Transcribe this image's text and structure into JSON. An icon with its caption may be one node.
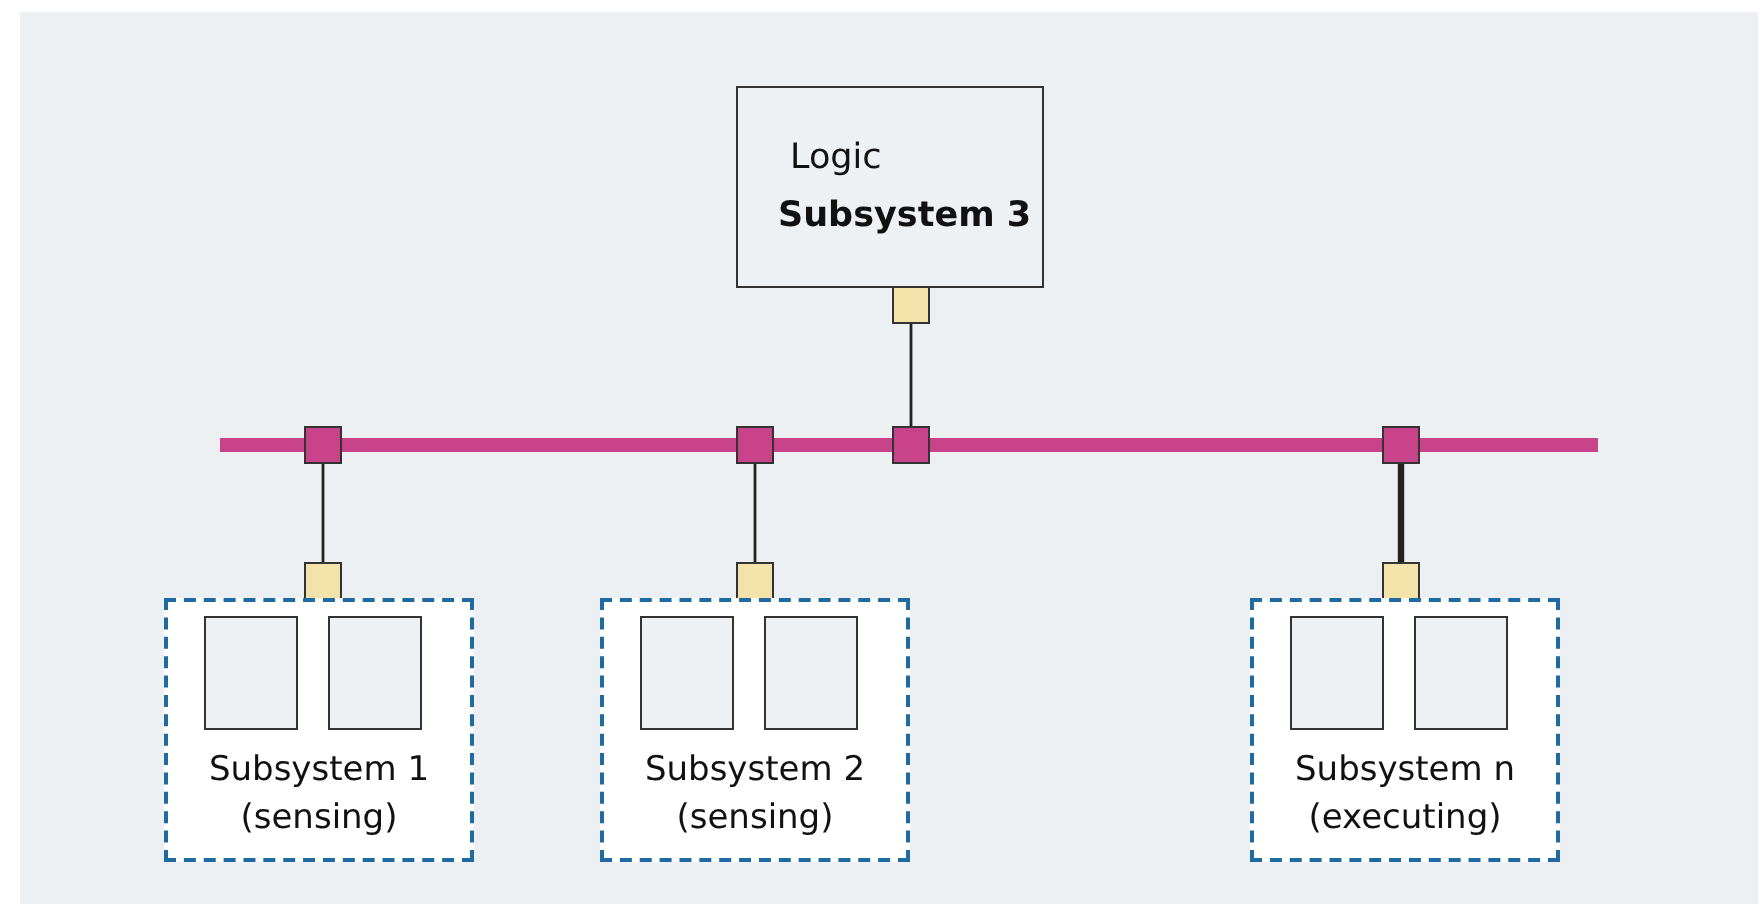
{
  "diagram": {
    "nodes": [
      {
        "text": [
          "Logic",
          "Subsystem 3"
        ]
      },
      {
        "text": [],
        "shape": "box"
      },
      {
        "text": [],
        "shape": "bar"
      },
      {
        "text": [],
        "shape": "box"
      },
      {
        "text": [],
        "shape": "box"
      },
      {
        "text": [],
        "shape": "box"
      },
      {
        "text": [],
        "shape": "box"
      },
      {
        "text": [],
        "shape": "box"
      },
      {
        "text": [],
        "shape": "box"
      },
      {
        "text": [],
        "shape": "box"
      },
      {
        "text": [
          "Subsystem 1 (sensing)"
        ]
      },
      {
        "text": [],
        "shape": "box",
        "in": 10
      },
      {
        "text": [],
        "shape": "box",
        "in": 10
      },
      {
        "text": [
          "Subsystem 2 (sensing)"
        ]
      },
      {
        "text": [],
        "shape": "box",
        "in": 13
      },
      {
        "text": [],
        "shape": "box",
        "in": 13
      },
      {
        "text": [
          "Subsystem n (executing)"
        ]
      },
      {
        "text": [],
        "shape": "box",
        "in": 16
      },
      {
        "text": [],
        "shape": "box",
        "in": 16
      }
    ],
    "edges": [
      {
        "from": 1,
        "to": 5,
        "arrow": "none"
      },
      {
        "from": 3,
        "to": 7,
        "arrow": "none"
      },
      {
        "from": 4,
        "to": 8,
        "arrow": "none"
      },
      {
        "from": 6,
        "to": 9,
        "arrow": "none",
        "style": "thick"
      }
    ]
  }
}
